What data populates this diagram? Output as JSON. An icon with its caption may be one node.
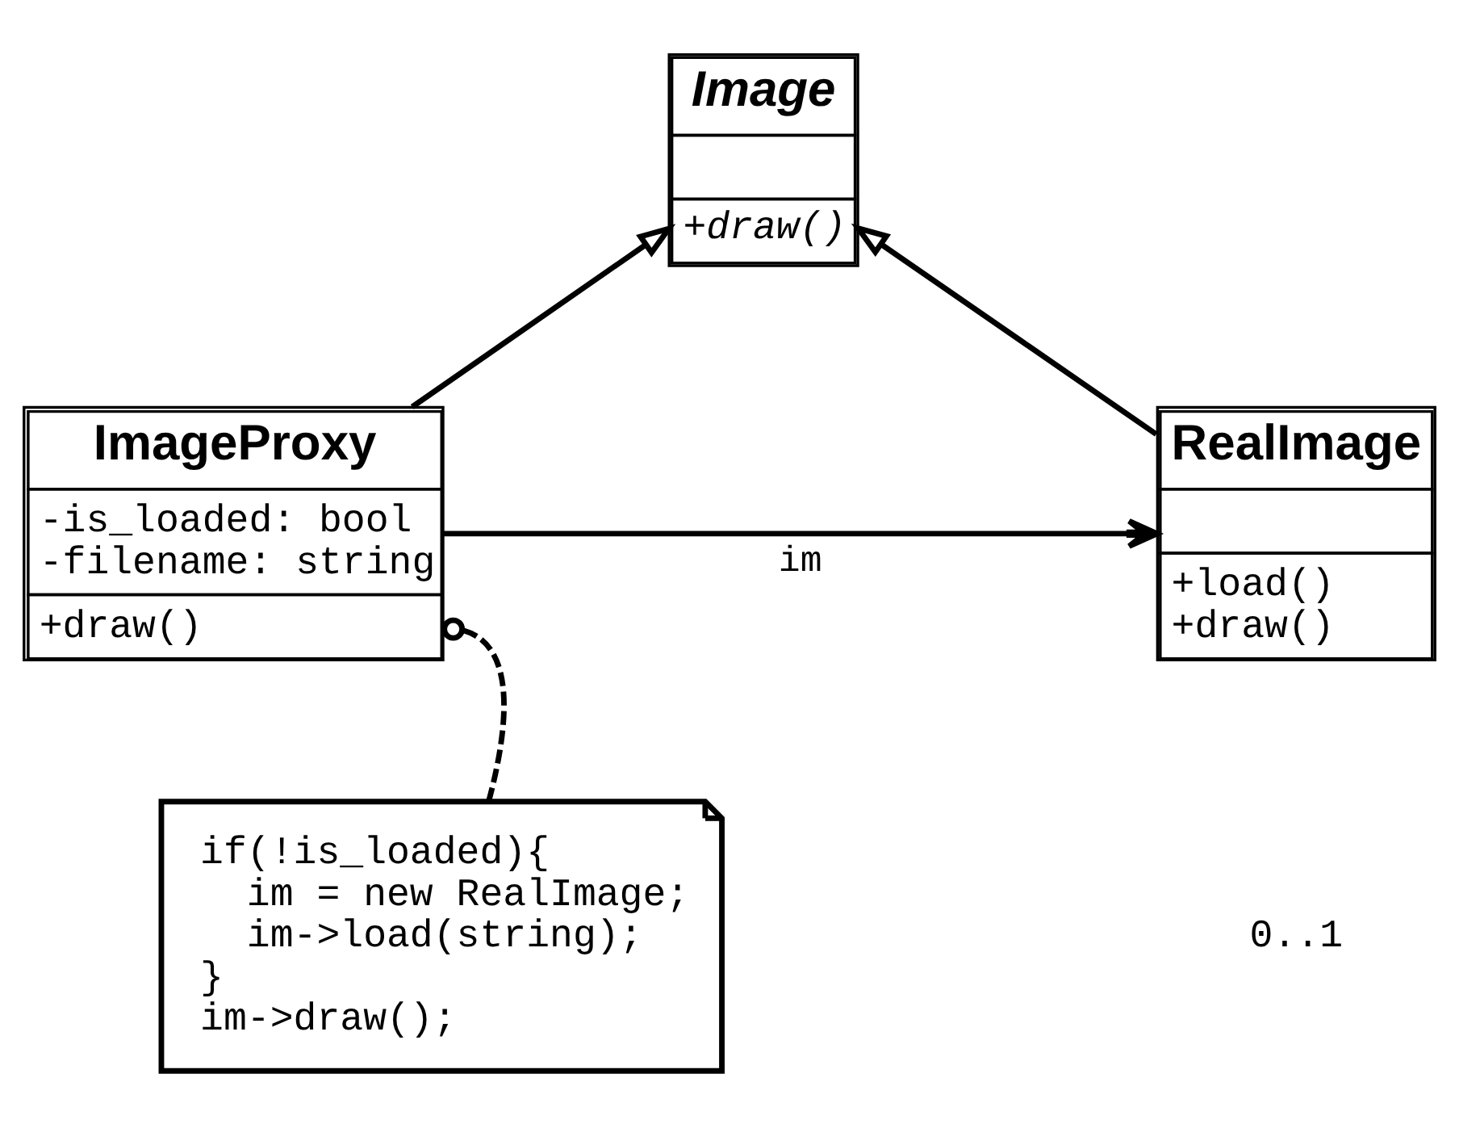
{
  "diagram": {
    "nodes": [
      {
        "text": [
          "Image",
          "+draw()"
        ]
      },
      {
        "text": [
          "ImageProxy",
          "-is_loaded: bool",
          "-filename: string",
          "+draw()"
        ]
      },
      {
        "text": [
          "RealImage",
          "+load()",
          "+draw()"
        ]
      },
      {
        "text": [
          "if(!is_loaded){",
          "im = new RealImage;",
          "im->load(string);",
          "}",
          "im->draw();"
        ]
      }
    ],
    "edges": [
      {
        "from": 1,
        "to": 0,
        "arrow": "to"
      },
      {
        "from": 2,
        "to": 0,
        "arrow": "to"
      },
      {
        "from": 1,
        "to": 2,
        "arrow": "to",
        "label": "im"
      },
      {
        "from": 3,
        "to": 1,
        "arrow": "other",
        "style": "dashed"
      }
    ],
    "labels": [
      "0..1"
    ]
  }
}
